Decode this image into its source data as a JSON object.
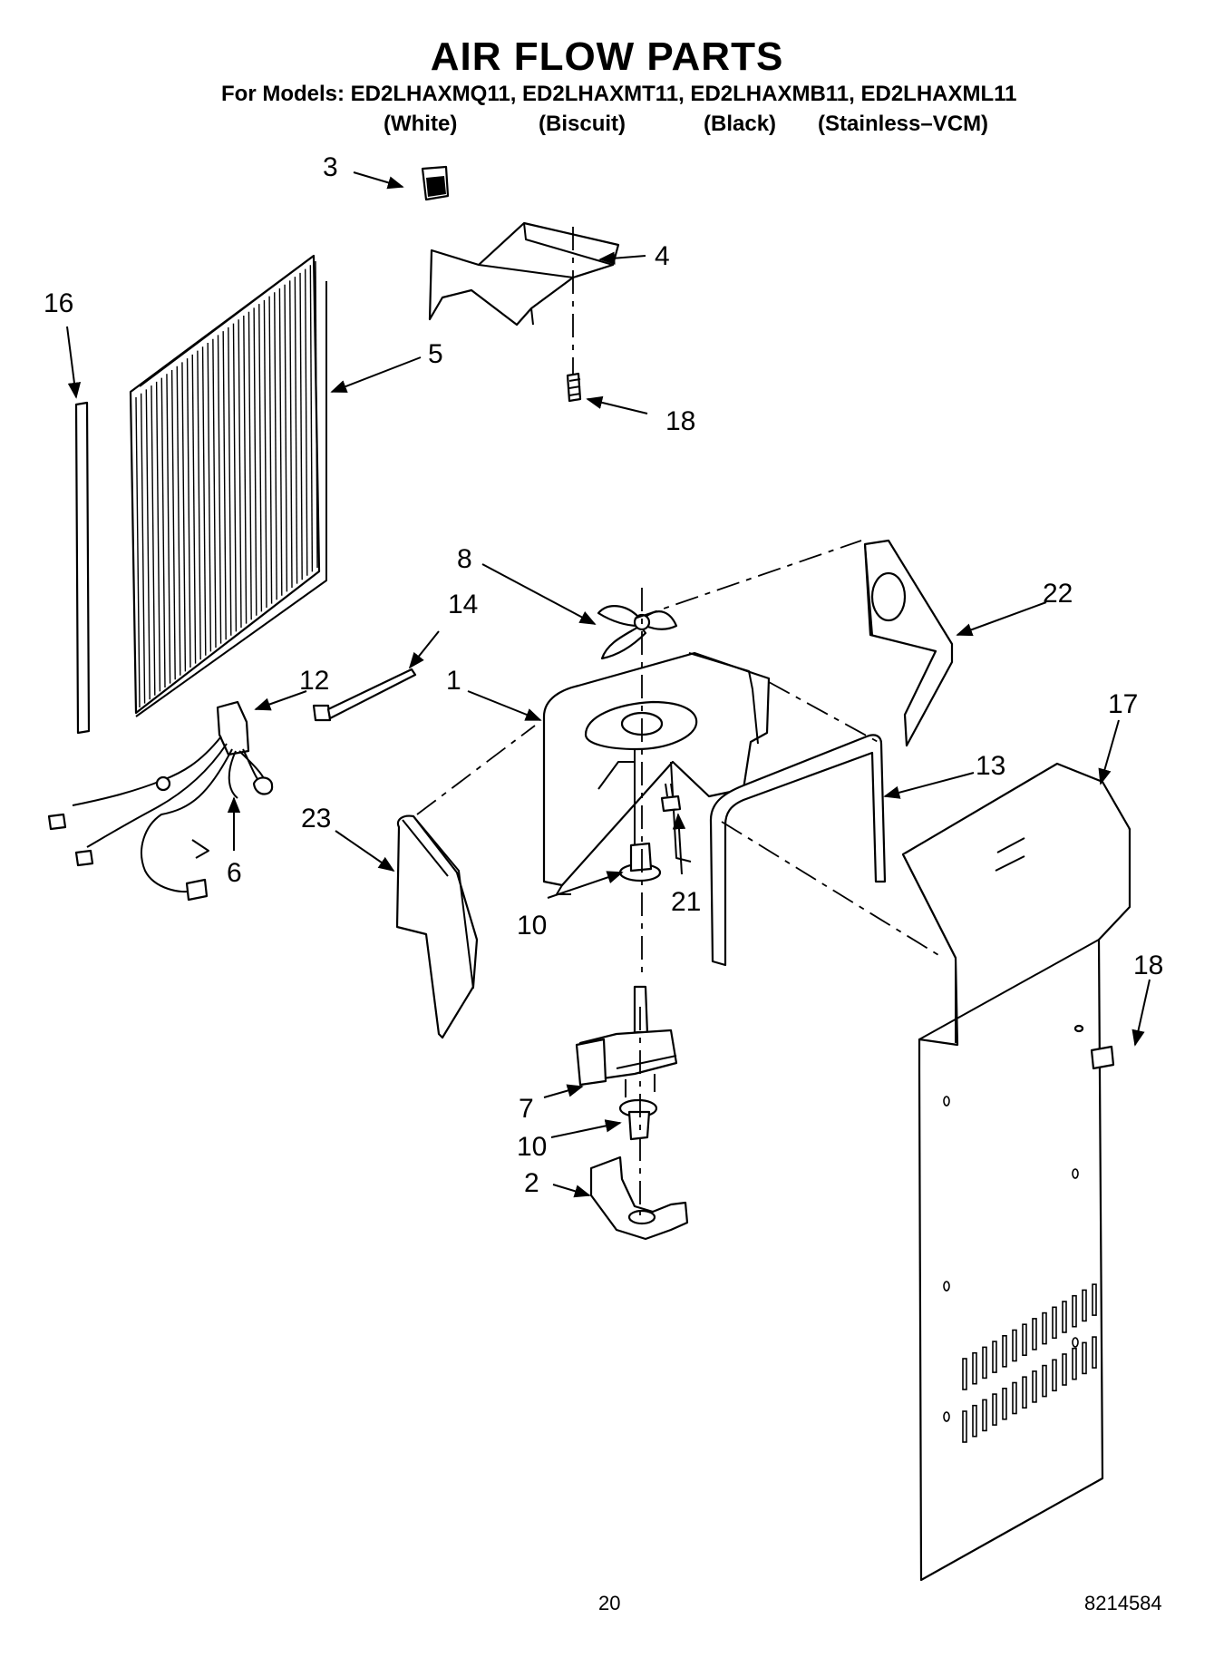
{
  "header": {
    "title": "AIR FLOW PARTS",
    "models": "For Models: ED2LHAXMQ11, ED2LHAXMT11, ED2LHAXMB11, ED2LHAXML11",
    "colors": [
      "(White)",
      "(Biscuit)",
      "(Black)",
      "(Stainless–VCM)"
    ]
  },
  "callouts": {
    "c1": "1",
    "c2": "2",
    "c3": "3",
    "c4": "4",
    "c5": "5",
    "c6": "6",
    "c7": "7",
    "c8": "8",
    "c10a": "10",
    "c10b": "10",
    "c12": "12",
    "c13": "13",
    "c14": "14",
    "c16": "16",
    "c17": "17",
    "c18a": "18",
    "c18b": "18",
    "c21": "21",
    "c22": "22",
    "c23": "23"
  },
  "footer": {
    "page": "20",
    "doc_number": "8214584"
  }
}
